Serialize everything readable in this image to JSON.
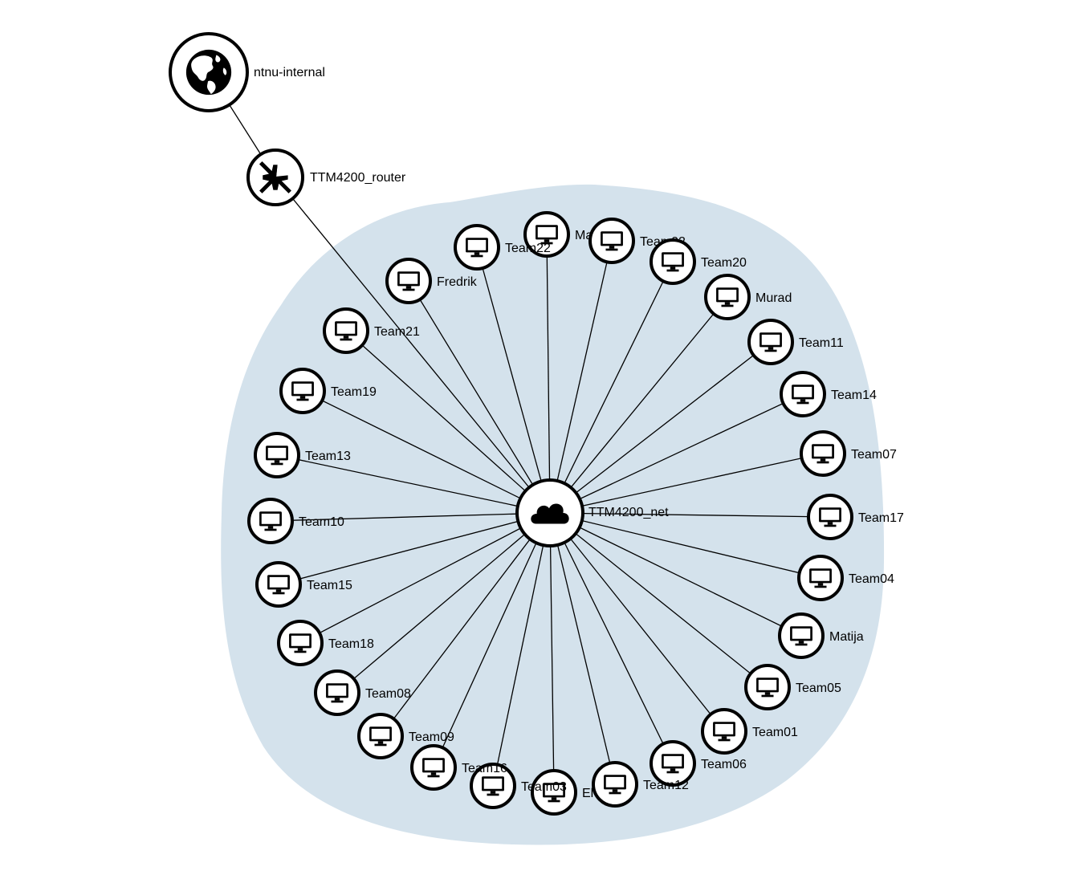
{
  "colors": {
    "network_area": "#d4e2ec",
    "node_fill": "#ffffff",
    "node_stroke": "#000000",
    "edge": "#000000"
  },
  "external": {
    "label": "ntnu-internal",
    "icon": "globe-icon"
  },
  "router": {
    "label": "TTM4200_router",
    "icon": "router-icon"
  },
  "network": {
    "label": "TTM4200_net",
    "icon": "cloud-icon"
  },
  "hosts": [
    {
      "label": "Ma",
      "icon": "computer-icon"
    },
    {
      "label": "Team02",
      "icon": "computer-icon"
    },
    {
      "label": "Team20",
      "icon": "computer-icon"
    },
    {
      "label": "Murad",
      "icon": "computer-icon"
    },
    {
      "label": "Team11",
      "icon": "computer-icon"
    },
    {
      "label": "Team14",
      "icon": "computer-icon"
    },
    {
      "label": "Team07",
      "icon": "computer-icon"
    },
    {
      "label": "Team17",
      "icon": "computer-icon"
    },
    {
      "label": "Team04",
      "icon": "computer-icon"
    },
    {
      "label": "Matija",
      "icon": "computer-icon"
    },
    {
      "label": "Team05",
      "icon": "computer-icon"
    },
    {
      "label": "Team01",
      "icon": "computer-icon"
    },
    {
      "label": "Team06",
      "icon": "computer-icon"
    },
    {
      "label": "Team12",
      "icon": "computer-icon"
    },
    {
      "label": "El",
      "icon": "computer-icon"
    },
    {
      "label": "Team03",
      "icon": "computer-icon"
    },
    {
      "label": "Team16",
      "icon": "computer-icon"
    },
    {
      "label": "Team09",
      "icon": "computer-icon"
    },
    {
      "label": "Team08",
      "icon": "computer-icon"
    },
    {
      "label": "Team18",
      "icon": "computer-icon"
    },
    {
      "label": "Team15",
      "icon": "computer-icon"
    },
    {
      "label": "Team10",
      "icon": "computer-icon"
    },
    {
      "label": "Team13",
      "icon": "computer-icon"
    },
    {
      "label": "Team19",
      "icon": "computer-icon"
    },
    {
      "label": "Team21",
      "icon": "computer-icon"
    },
    {
      "label": "Fredrik",
      "icon": "computer-icon"
    },
    {
      "label": "Team22",
      "icon": "computer-icon"
    }
  ]
}
